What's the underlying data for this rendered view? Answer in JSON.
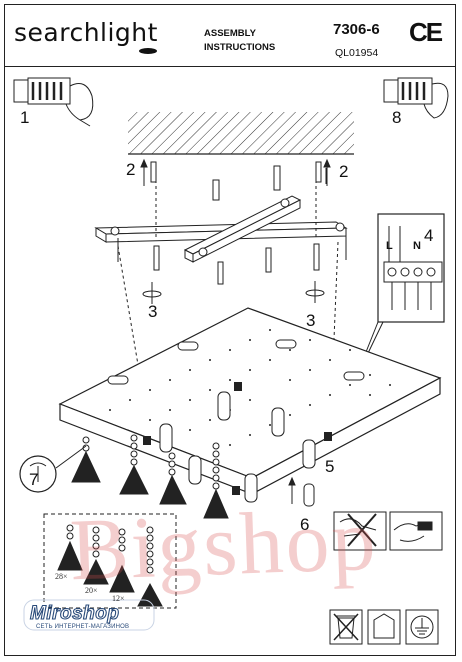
{
  "header": {
    "brand": "searchlight",
    "assembly_line1": "ASSEMBLY",
    "assembly_line2": "INSTRUCTIONS",
    "model": "7306-6",
    "code": "QL01954",
    "mark": "CE"
  },
  "steps": {
    "s1": "1",
    "s2a": "2",
    "s2b": "2",
    "s3a": "3",
    "s3b": "3",
    "s4": "4",
    "s5": "5",
    "s6": "6",
    "s7": "7",
    "s8": "8"
  },
  "terminal": {
    "live": "L",
    "neutral": "N"
  },
  "parts": {
    "qty_a": "28×",
    "qty_b": "20×",
    "qty_c": "12×"
  },
  "watermark": {
    "text": "Bigshop",
    "logo": "Miroshop",
    "logo_sub": "СЕТЬ ИНТЕРНЕТ-МАГАЗИНОВ"
  },
  "icons": [
    "weee-bin-icon",
    "indoor-use-icon",
    "earth-ground-icon"
  ]
}
